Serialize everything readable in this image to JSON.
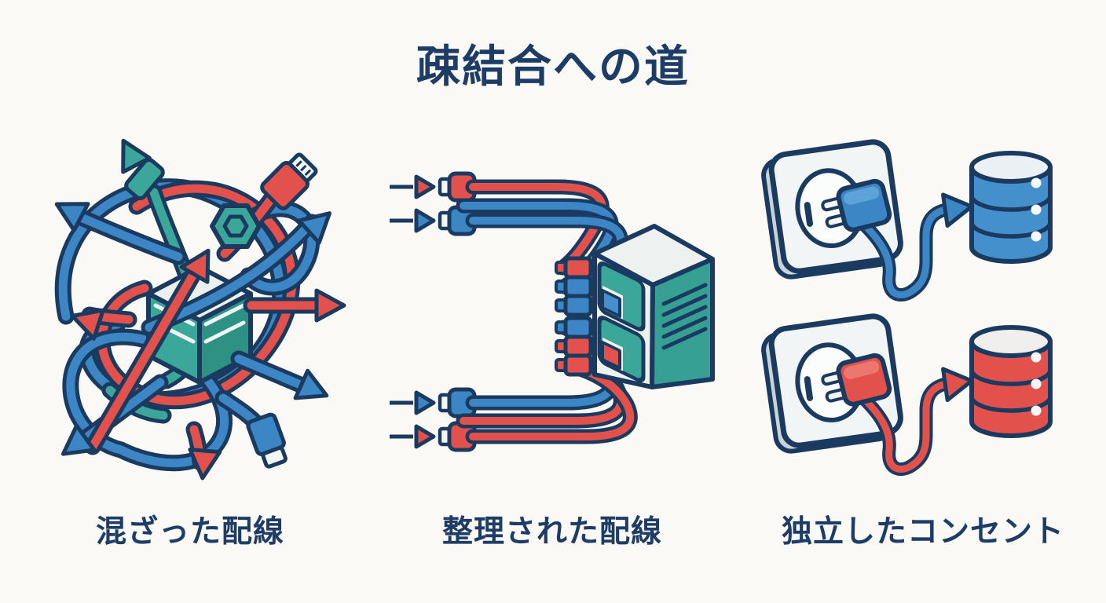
{
  "page": {
    "background_color": "#faf9f5",
    "text_color": "#1d3c66"
  },
  "title": "疎結合への道",
  "panels": [
    {
      "label": "混ざった配線",
      "illustration": "tangled-cable-ball"
    },
    {
      "label": "整理された配線",
      "illustration": "server-with-organized-cables"
    },
    {
      "label": "独立したコンセント",
      "illustration": "independent-outlets-to-databases"
    }
  ],
  "icons": [
    "tangled-cables-icon",
    "component-cube-icon",
    "hex-nut-icon",
    "usb-connector-icon",
    "cable-connector-icon",
    "arrow-icon",
    "input-arrow-icon",
    "server-icon",
    "server-port-icon",
    "outlet-icon",
    "plug-icon",
    "database-icon"
  ],
  "colors": {
    "outline_navy": "#1b3a5f",
    "cable_blue": "#3d86c6",
    "cable_red": "#e2514c",
    "teal": "#3aa79a",
    "teal_dark": "#2d9184",
    "light_face": "#edf1f0",
    "database_blue": "#4490cd",
    "database_red": "#e2514c"
  }
}
